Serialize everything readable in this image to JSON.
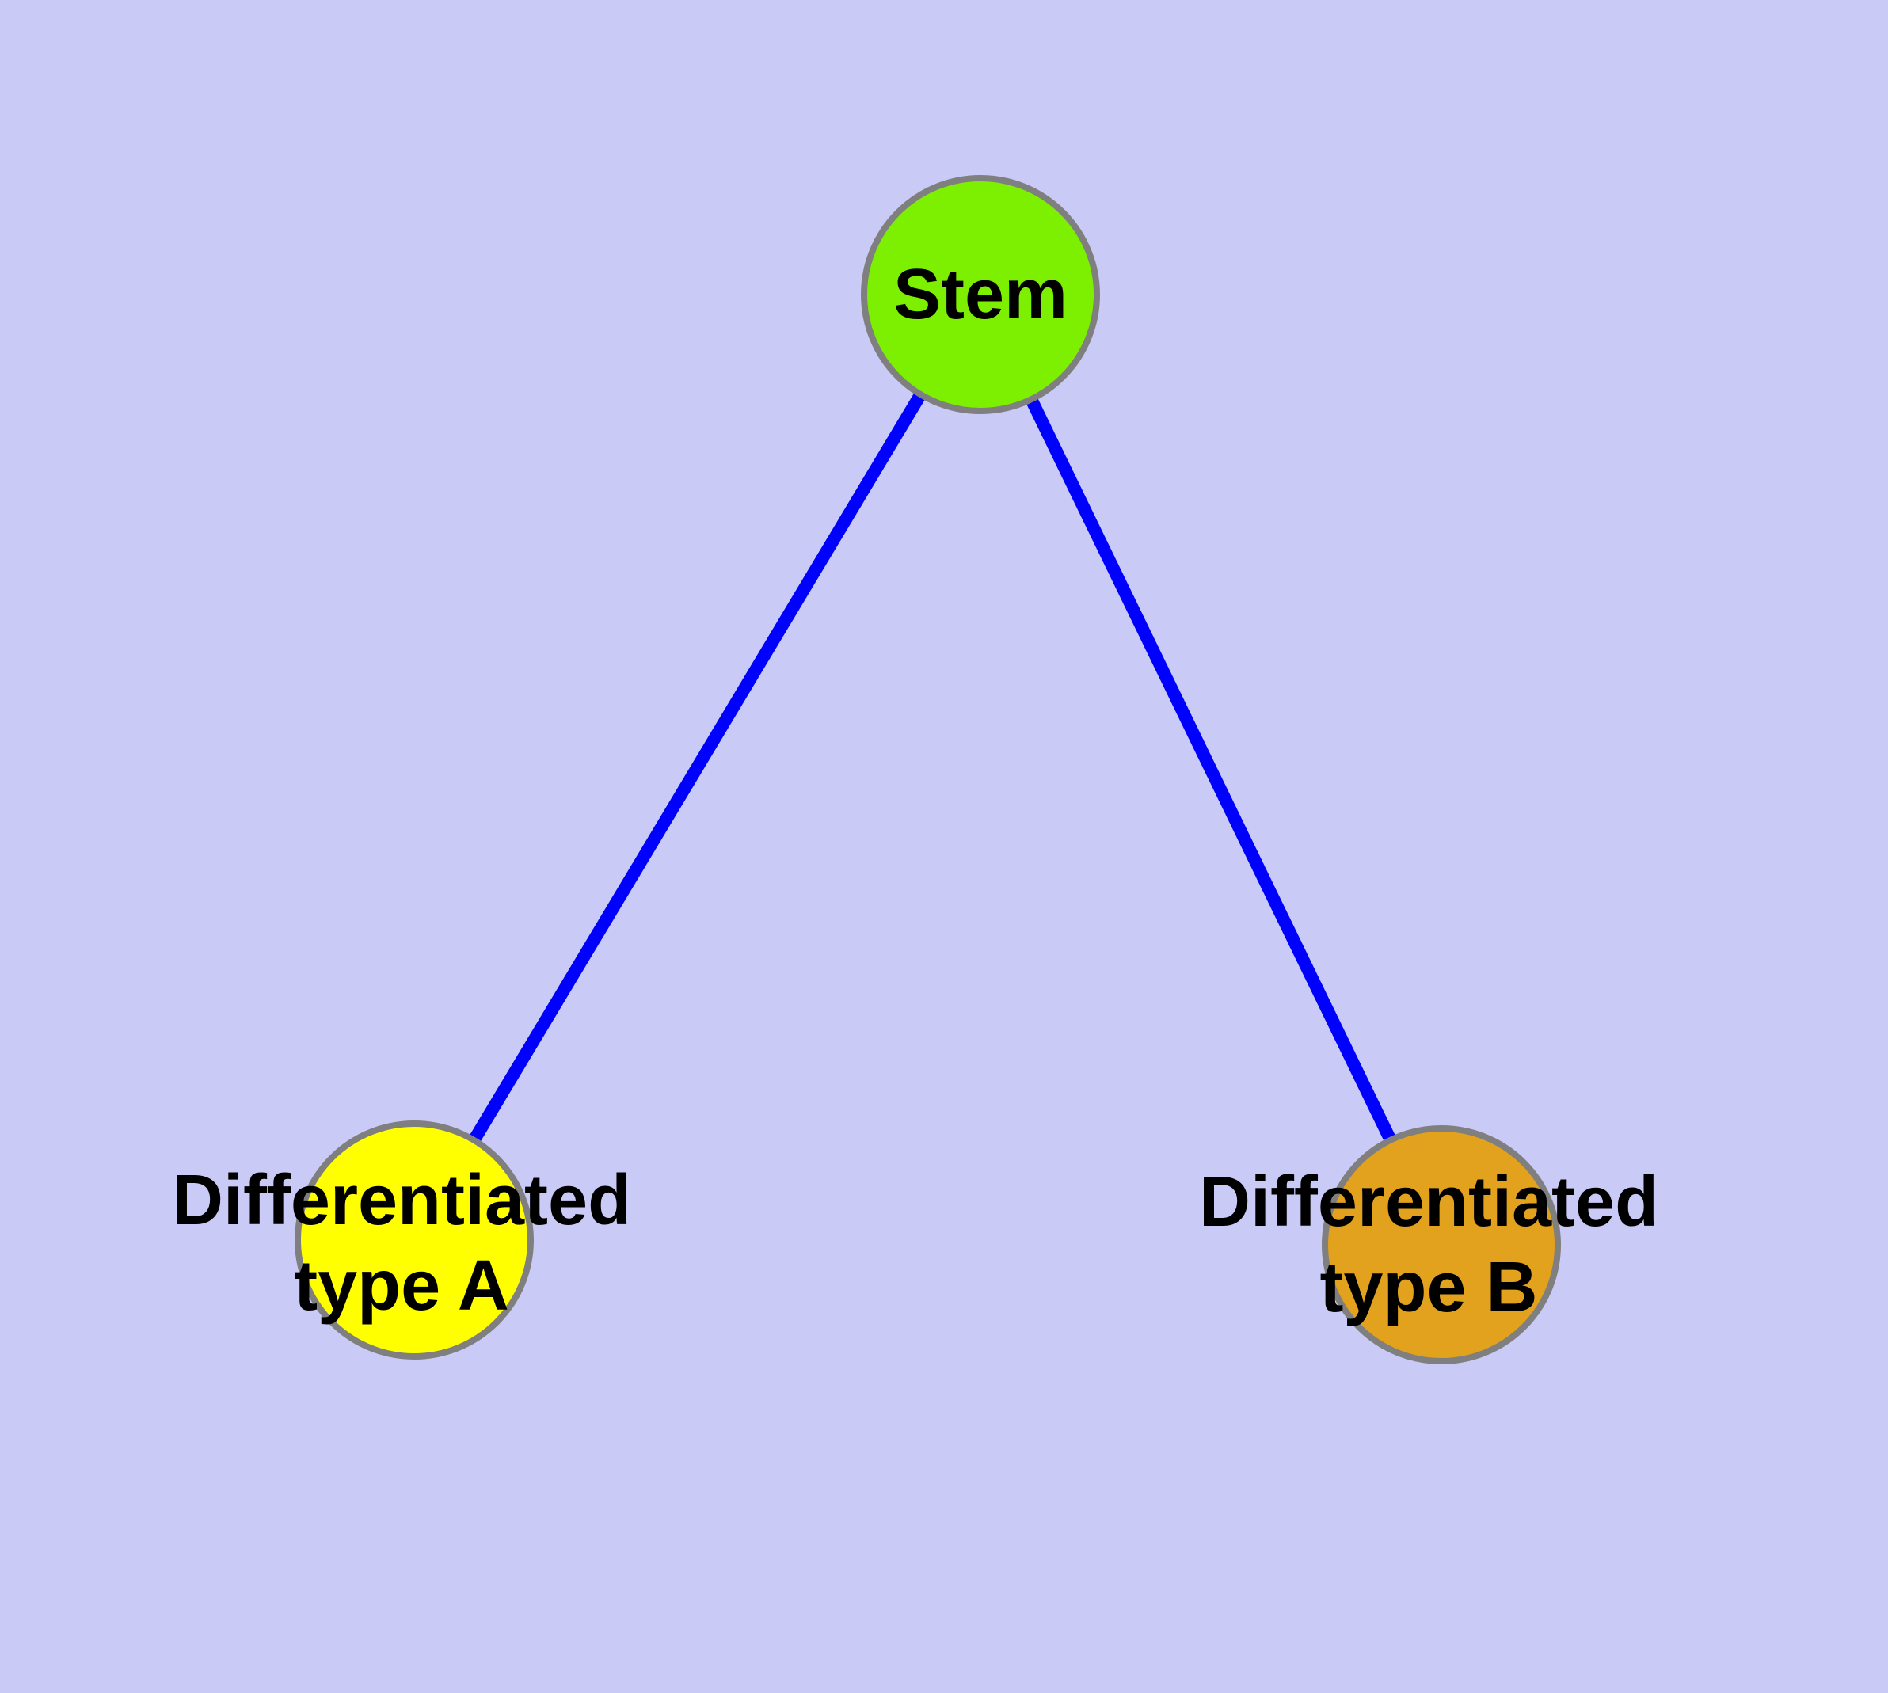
{
  "diagram": {
    "background_color": "#CACAF7",
    "edge_color": "#0000FF",
    "node_border_color": "#7F7F7F",
    "label_color": "#000000",
    "nodes": {
      "stem": {
        "label": "Stem",
        "fill": "#7CF000"
      },
      "type_a": {
        "label": "Differentiated type A",
        "line1": "Differentiated",
        "line2": "type A",
        "fill": "#FFFF00"
      },
      "type_b": {
        "label": "Differentiated type B",
        "line1": "Differentiated",
        "line2": "type B",
        "fill": "#E2A21D"
      }
    },
    "edges": [
      {
        "from": "Stem",
        "to": "Differentiated type A"
      },
      {
        "from": "Stem",
        "to": "Differentiated type B"
      }
    ]
  }
}
